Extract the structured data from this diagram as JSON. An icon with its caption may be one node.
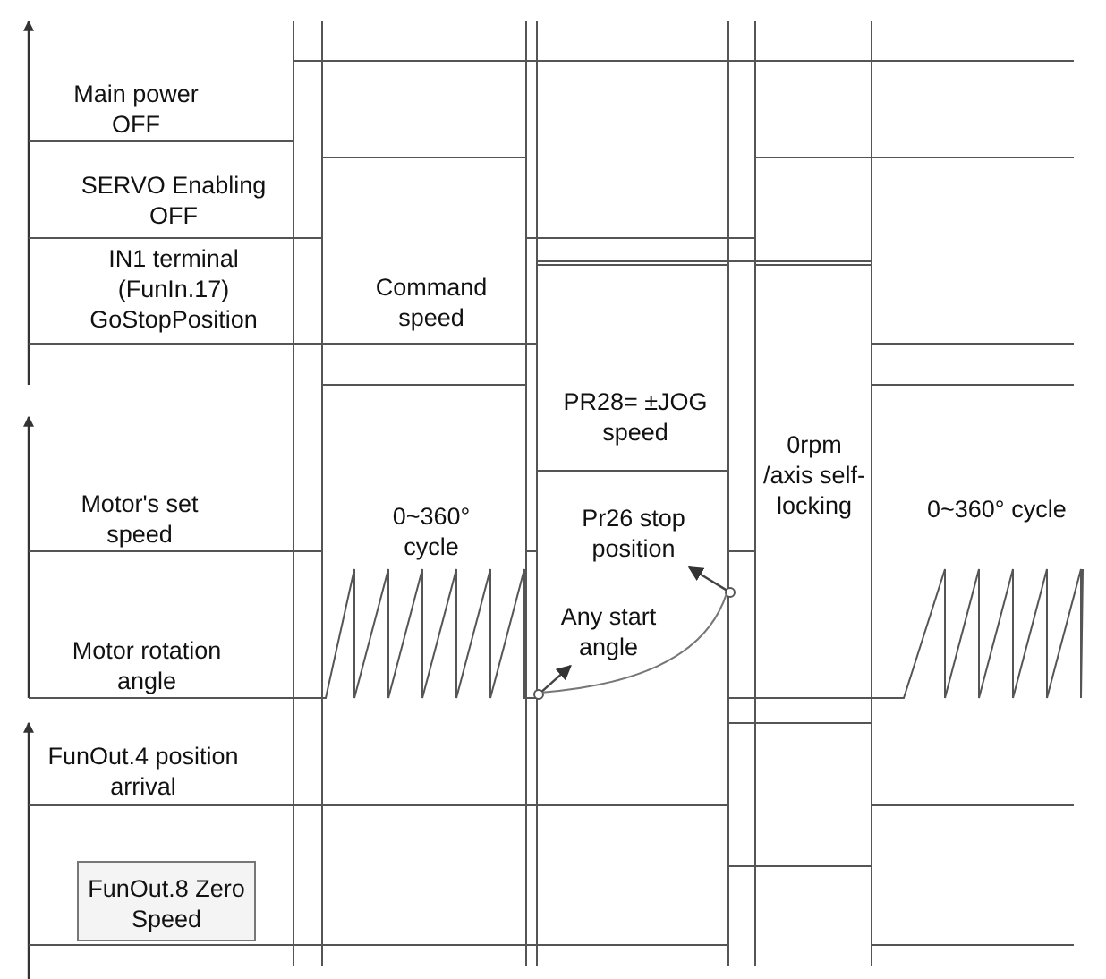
{
  "diagram": {
    "nodes": [
      {
        "text": [
          "FunOut.8 Zero Speed"
        ]
      },
      {
        "text": [
          "Any start angle"
        ]
      },
      {
        "text": [
          "Pr26 stop position"
        ]
      },
      {
        "text": [],
        "shape": "circle"
      },
      {
        "text": [],
        "shape": "circle"
      }
    ],
    "edges": [
      {
        "from": 3,
        "to": 1,
        "arrow": "to"
      },
      {
        "from": 4,
        "to": 2,
        "arrow": "to"
      },
      {
        "from": 3,
        "to": 4,
        "arrow": "none"
      }
    ],
    "labels": [
      "Main power OFF",
      "SERVO Enabling OFF",
      "IN1 terminal (FunIn.17) GoStopPosition",
      "Command speed",
      "PR28= ±JOG speed",
      "0rpm /axis self-locking",
      "Motor's set speed",
      "0~360° cycle",
      "0~360° cycle",
      "Motor rotation angle",
      "FunOut.4 position arrival"
    ]
  }
}
